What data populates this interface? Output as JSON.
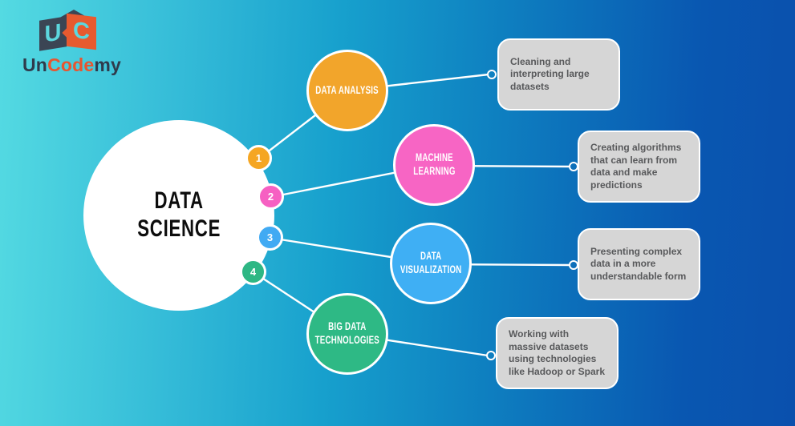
{
  "logo": {
    "cube_left_letter": "U",
    "cube_right_letter": "C",
    "wordmark_prefix": "Un",
    "wordmark_highlight": "Code",
    "wordmark_suffix": "my",
    "colors": {
      "navy": "#3B4554",
      "orange": "#E75A2F",
      "letter_teal": "#5CD7DE"
    }
  },
  "center": {
    "title_line1": "DATA",
    "title_line2": "SCIENCE"
  },
  "branches": [
    {
      "number": "1",
      "label_line1": "DATA ANALYSIS",
      "label_line2": "",
      "color": "#F2A52B",
      "description": "Cleaning and interpreting large datasets"
    },
    {
      "number": "2",
      "label_line1": "MACHINE",
      "label_line2": "LEARNING",
      "color": "#F765C4",
      "description": "Creating algorithms that can learn from data and make predictions"
    },
    {
      "number": "3",
      "label_line1": "DATA",
      "label_line2": "VISUALIZATION",
      "color": "#3FAFF4",
      "description": "Presenting complex data in a more understandable form"
    },
    {
      "number": "4",
      "label_line1": "BIG DATA",
      "label_line2": "TECHNOLOGIES",
      "color": "#2EB985",
      "description": "Working with massive datasets using technologies like Hadoop or Spark"
    }
  ],
  "colors": {
    "background_left": "#54DAE2",
    "background_right": "#0A50AD",
    "center_circle": "#FFFFFF",
    "description_box": "#D6D6D6",
    "description_text": "#58595B",
    "connector": "#FFFFFF"
  }
}
